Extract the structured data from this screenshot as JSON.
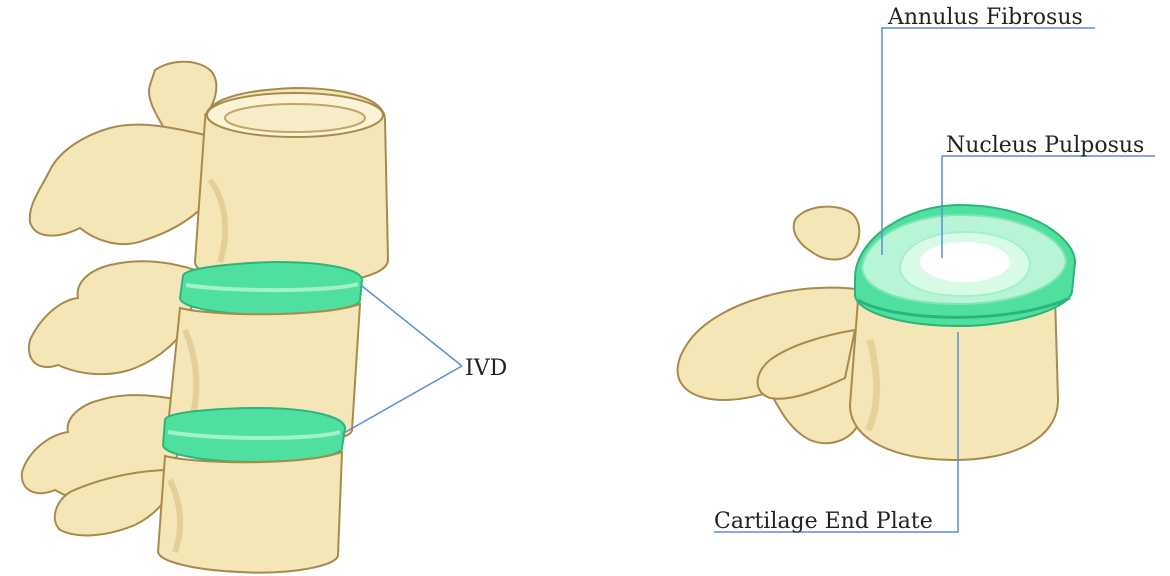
{
  "labels": {
    "ivd": "IVD",
    "annulus_fibrosus": "Annulus Fibrosus",
    "nucleus_pulposus": "Nucleus Pulposus",
    "cartilage_end_plate": "Cartilage End Plate"
  },
  "colors": {
    "bone_fill": "#f5e6b8",
    "bone_light": "#fbf3d6",
    "bone_shadow": "#d8bf7e",
    "bone_outline": "#a88b4c",
    "disc_green": "#4fe0a0",
    "disc_green_light": "#b8f5d6",
    "disc_outline": "#2bb57a",
    "nucleus": "#ffffff",
    "leader_line": "#5a8fd0",
    "label_text": "#222222",
    "background": "#ffffff"
  }
}
